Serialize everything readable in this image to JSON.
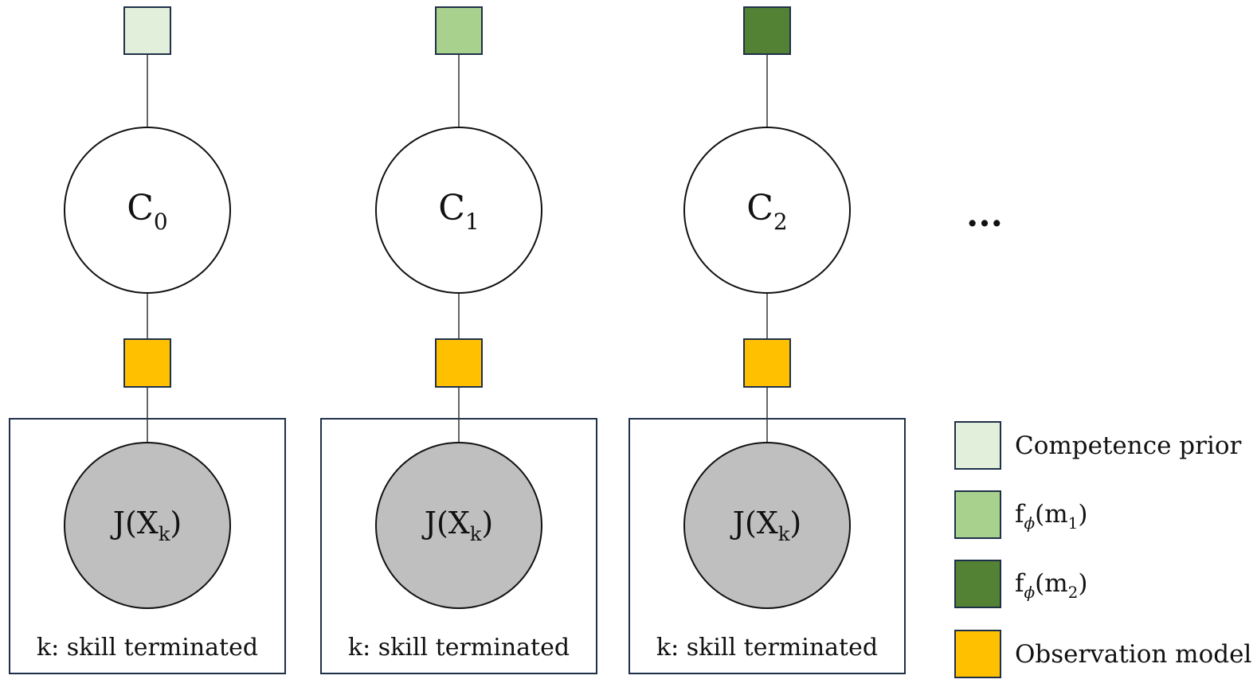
{
  "columns": [
    {
      "competence_node": {
        "main": "C",
        "sub": "0"
      },
      "prior_color": "#e2efda",
      "observation_node": {
        "main": "J(X",
        "sub": "k",
        "close": ")"
      },
      "plate_label": "k: skill terminated"
    },
    {
      "competence_node": {
        "main": "C",
        "sub": "1"
      },
      "prior_color": "#a9d18e",
      "observation_node": {
        "main": "J(X",
        "sub": "k",
        "close": ")"
      },
      "plate_label": "k: skill terminated"
    },
    {
      "competence_node": {
        "main": "C",
        "sub": "2"
      },
      "prior_color": "#548235",
      "observation_node": {
        "main": "J(X",
        "sub": "k",
        "close": ")"
      },
      "plate_label": "k: skill terminated"
    }
  ],
  "ellipsis": "...",
  "observation_factor_color": "#ffc000",
  "observed_node_color": "#bfbfbf",
  "border_color": "#1f3049",
  "legend": [
    {
      "color": "#e2efda",
      "label": "Competence prior"
    },
    {
      "color": "#a9d18e",
      "label": "f",
      "sub": "ϕ",
      "rest": "(m",
      "rest_sub": "1",
      "close": ")"
    },
    {
      "color": "#548235",
      "label": "f",
      "sub": "ϕ",
      "rest": "(m",
      "rest_sub": "2",
      "close": ")"
    },
    {
      "color": "#ffc000",
      "label": "Observation model"
    }
  ]
}
